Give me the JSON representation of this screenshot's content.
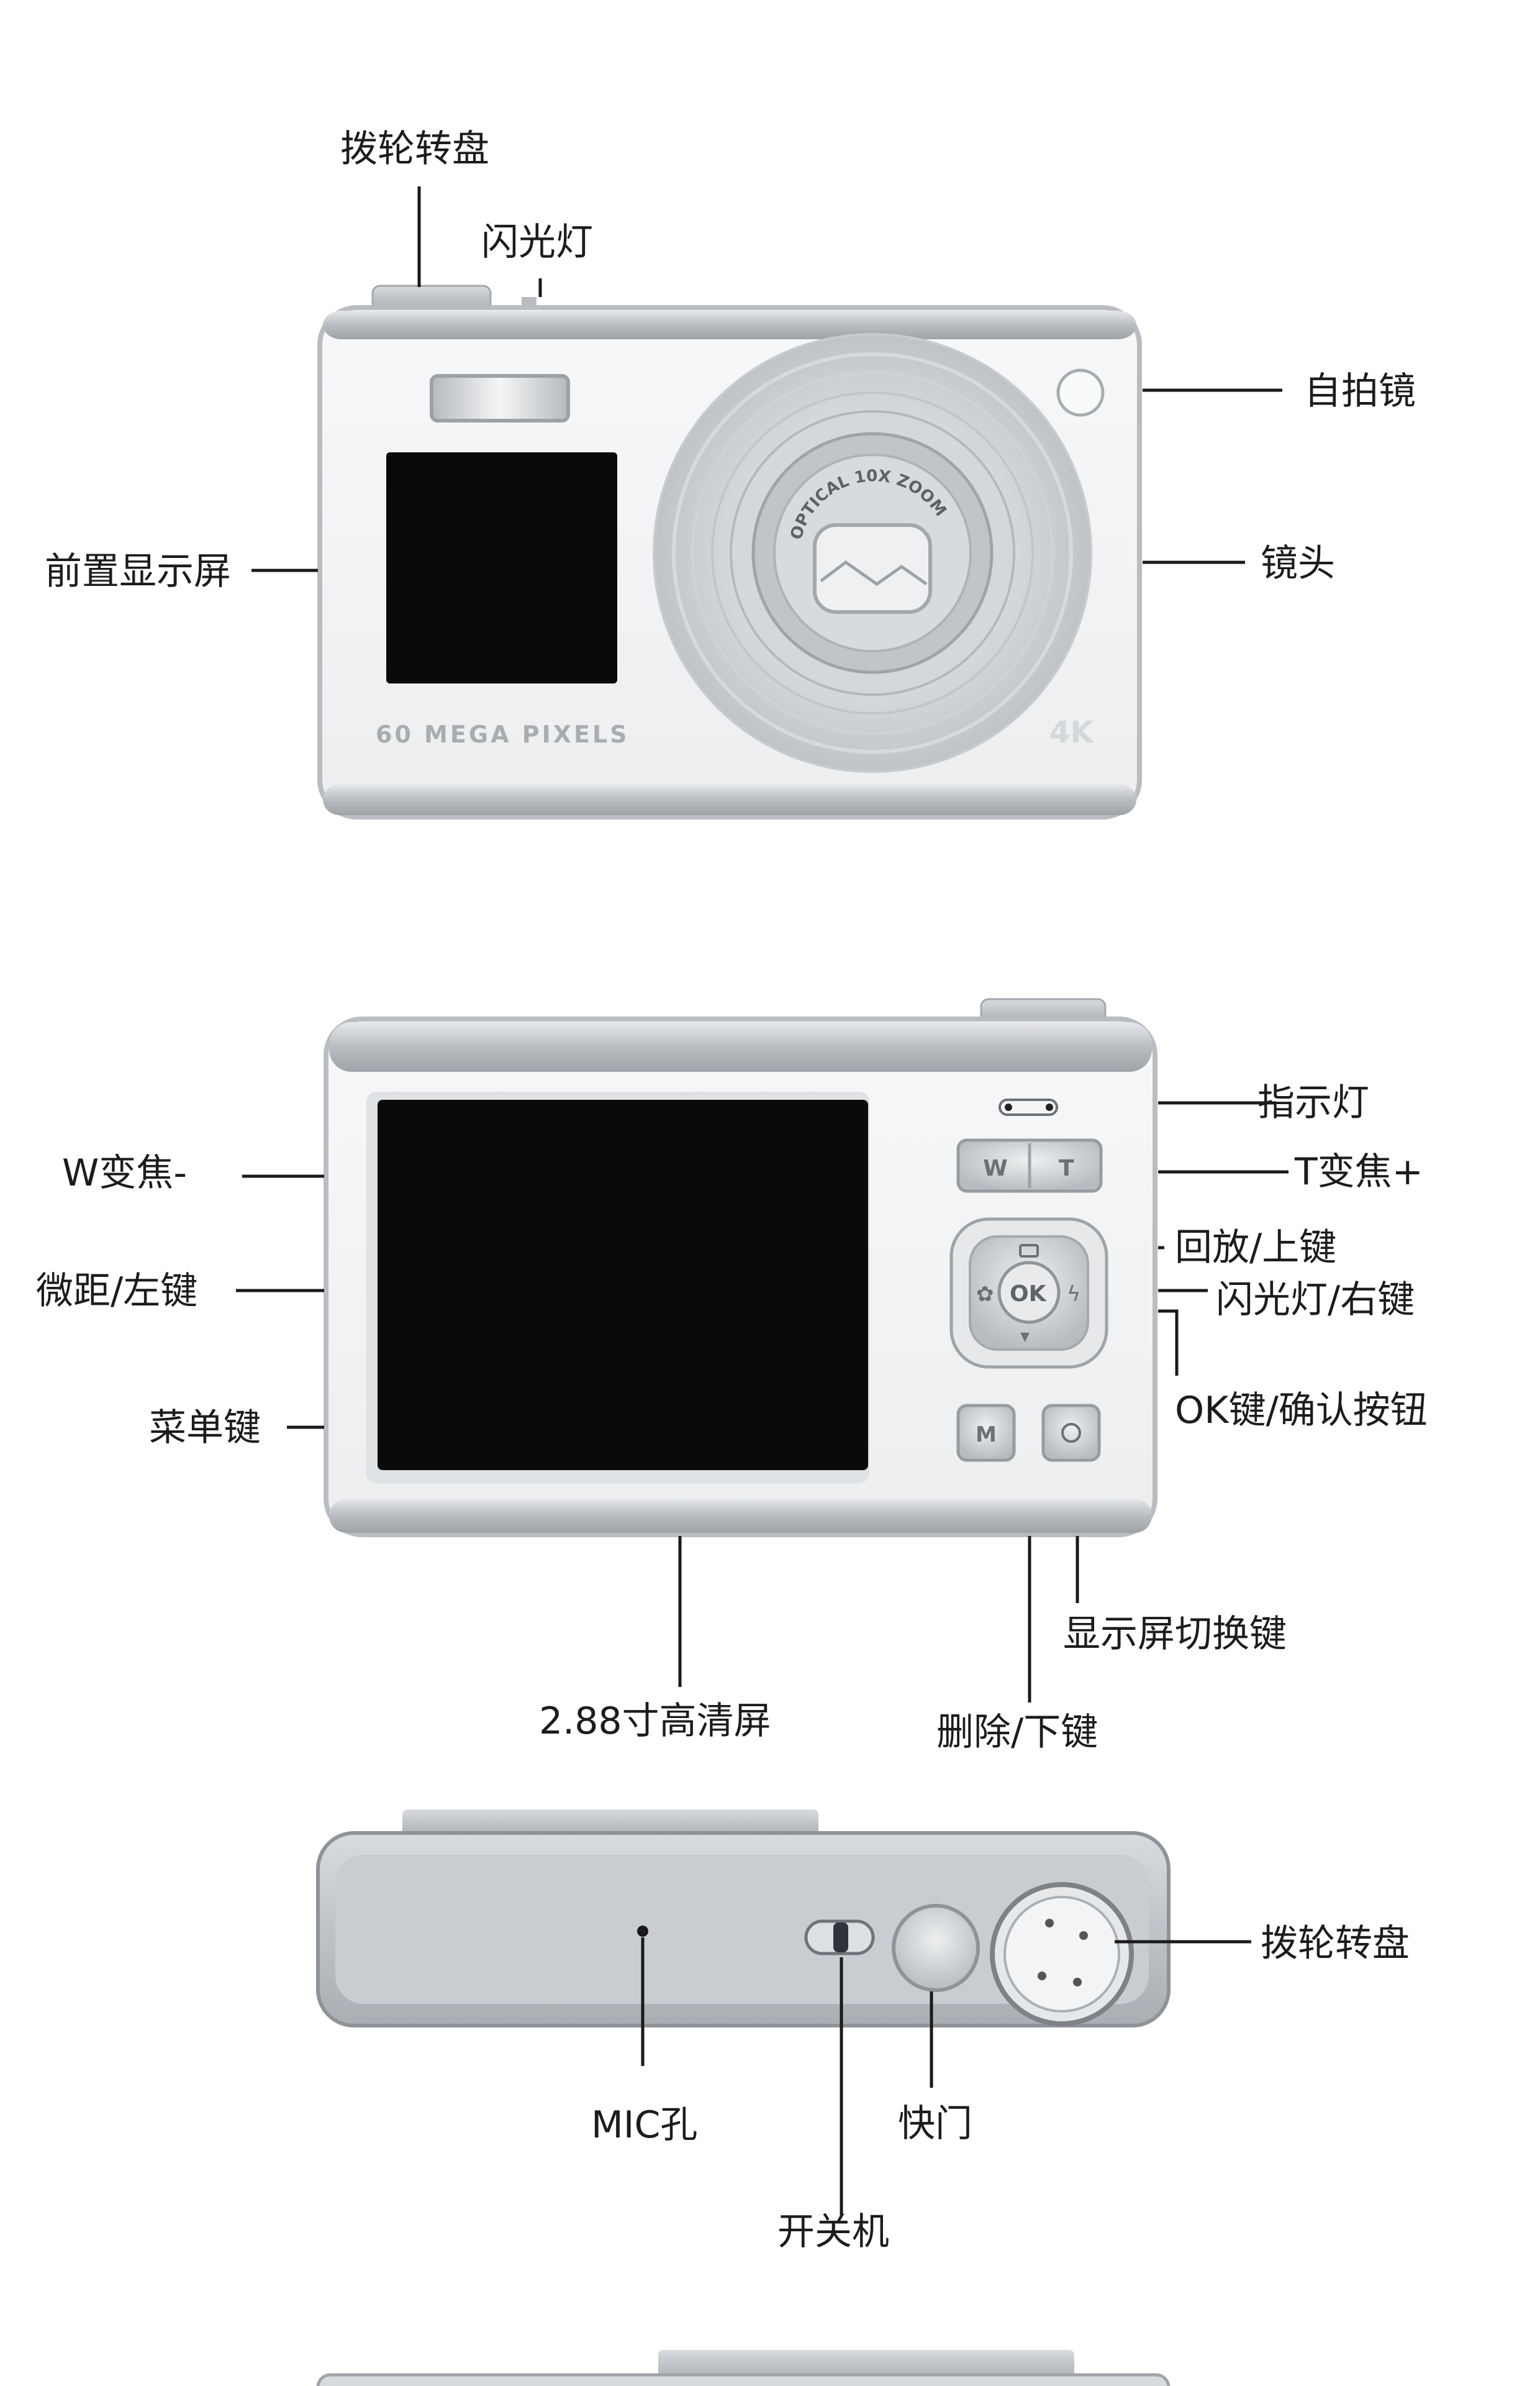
{
  "front_view": {
    "body_print": "60 MEGA PIXELS",
    "lens_print": "OPTICAL 10X ZOOM",
    "badge": "4K",
    "labels": {
      "dial": "拨轮转盘",
      "flash": "闪光灯",
      "selfie_mirror": "自拍镜",
      "front_screen": "前置显示屏",
      "lens": "镜头"
    }
  },
  "back_view": {
    "buttons": {
      "w": "W",
      "t": "T",
      "ok": "OK",
      "menu": "M"
    },
    "labels": {
      "indicator": "指示灯",
      "w_zoom": "W变焦-",
      "t_zoom": "T变焦+",
      "playback_up": "回放/上键",
      "macro_left": "微距/左键",
      "flash_right": "闪光灯/右键",
      "ok_key": "OK键/确认按钮",
      "menu_key": "菜单键",
      "screen_switch": "显示屏切换键",
      "hd_screen": "2.88寸高清屏",
      "delete_down": "删除/下键"
    }
  },
  "top_view": {
    "labels": {
      "dial": "拨轮转盘",
      "mic": "MIC孔",
      "shutter": "快门",
      "power": "开关机"
    }
  },
  "colors": {
    "body_silver": "#d8dadc",
    "body_white": "#f2f3f4",
    "screen": "#0a0a0a",
    "leader_line": "#1a1a1a"
  }
}
